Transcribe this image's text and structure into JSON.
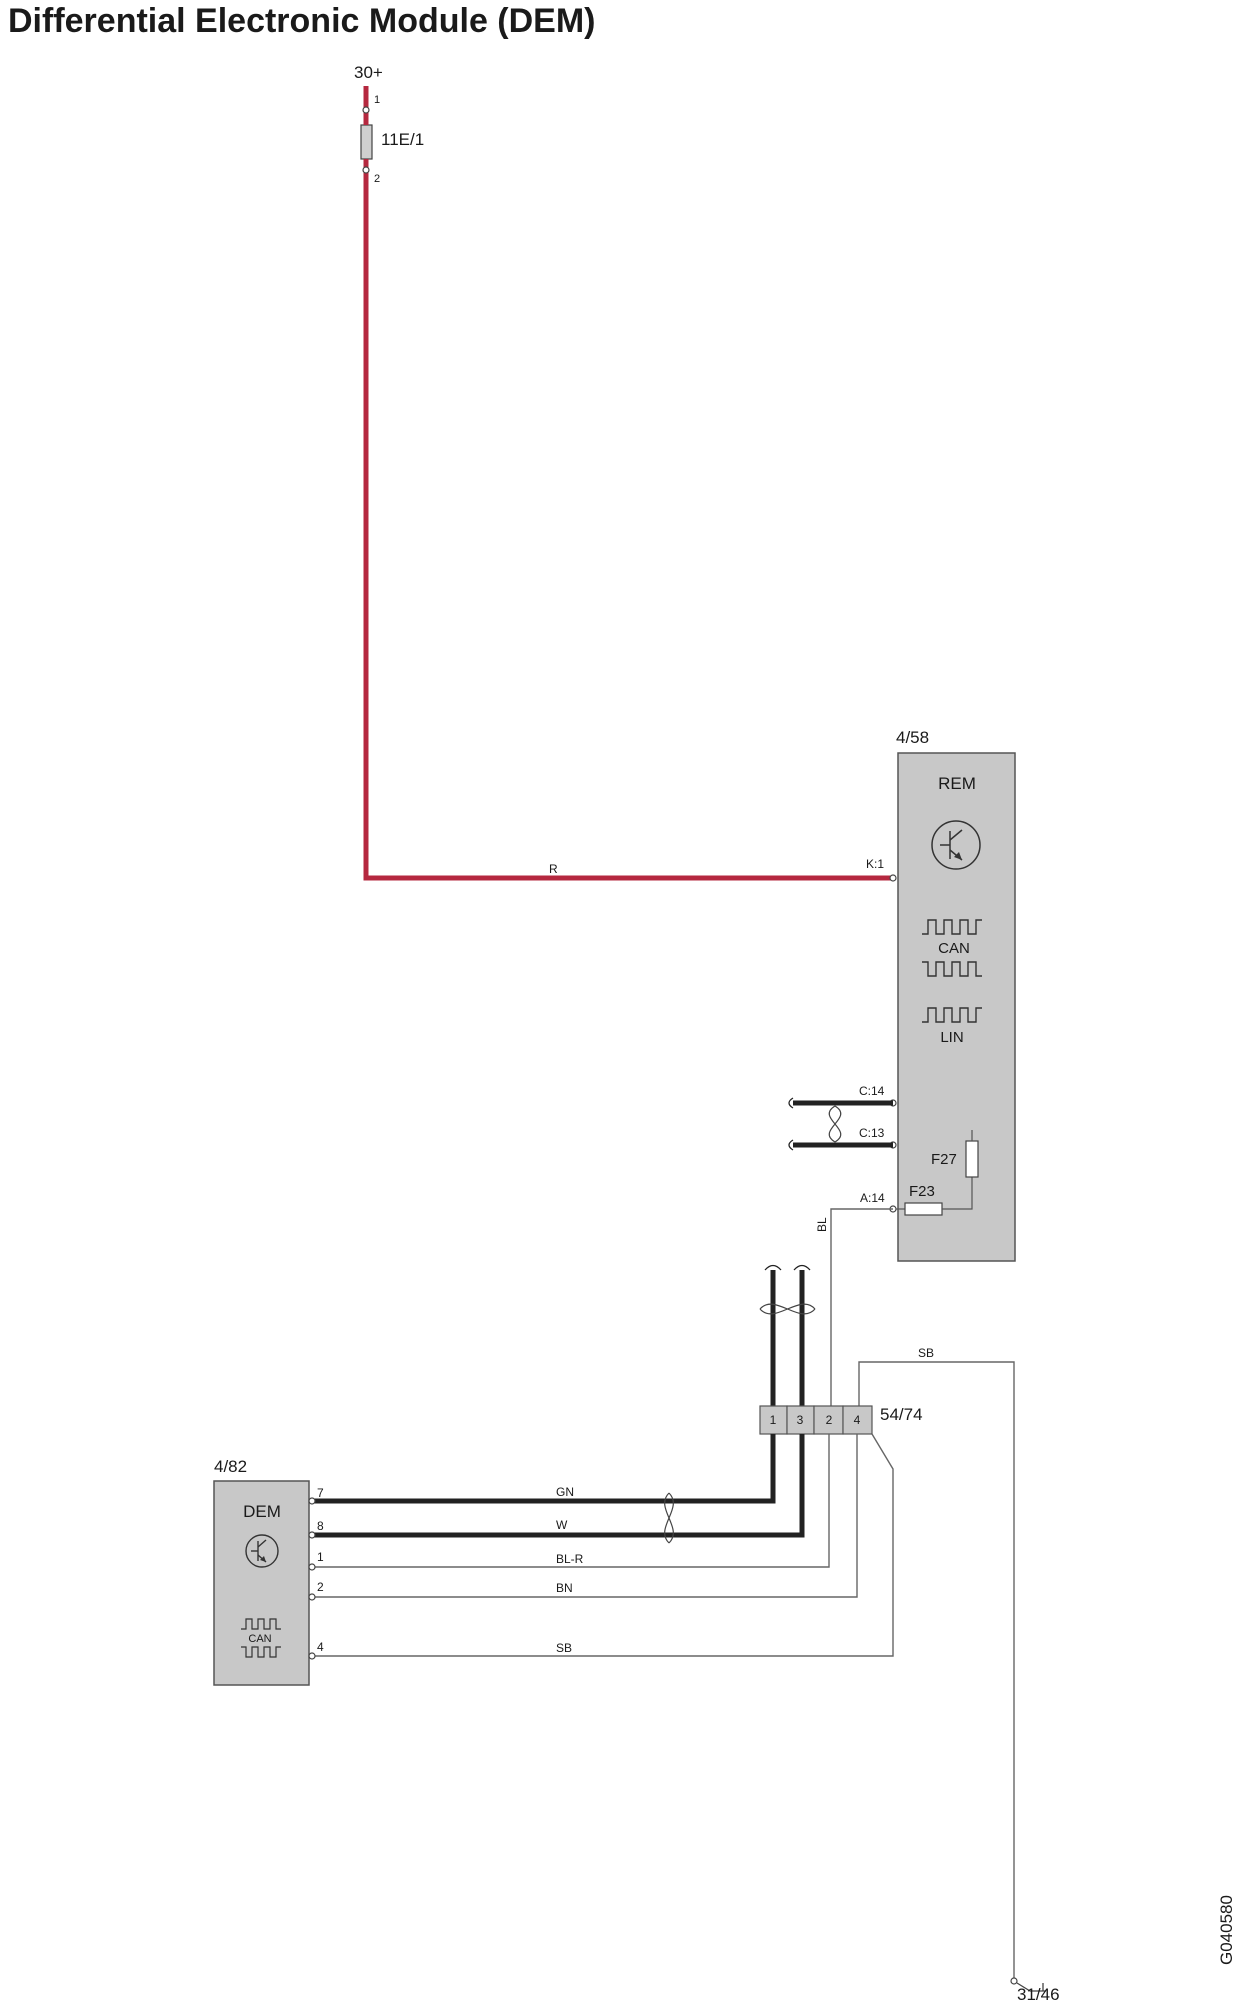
{
  "title": "Differential Electronic Module (DEM)",
  "colors": {
    "power_wire": "#b5283f",
    "module_fill": "#c8c8c8",
    "module_stroke": "#555555",
    "thin_wire": "#666666",
    "thick_wire": "#222222"
  },
  "supply": {
    "label": "30+",
    "pin_top": "1",
    "pin_bottom": "2",
    "fuse": "11E/1"
  },
  "rem": {
    "ref": "4/58",
    "name": "REM",
    "icon": "transistor-icon",
    "can_label": "CAN",
    "lin_label": "LIN",
    "pins": {
      "k1": "K:1",
      "c14": "C:14",
      "c13": "C:13",
      "a14": "A:14"
    },
    "fuses": {
      "f27": "F27",
      "f23": "F23"
    }
  },
  "dem": {
    "ref": "4/82",
    "name": "DEM",
    "icon": "transistor-icon",
    "can_label": "CAN",
    "pins": [
      "7",
      "8",
      "1",
      "2",
      "4"
    ]
  },
  "connector": {
    "ref": "54/74",
    "pins": [
      "1",
      "3",
      "2",
      "4"
    ]
  },
  "wires": {
    "r": "R",
    "bl": "BL",
    "sb_top": "SB",
    "gn": "GN",
    "w": "W",
    "bl_r": "BL-R",
    "bn": "BN",
    "sb": "SB"
  },
  "ground": {
    "label": "31/46"
  },
  "figure_id": "G040580"
}
